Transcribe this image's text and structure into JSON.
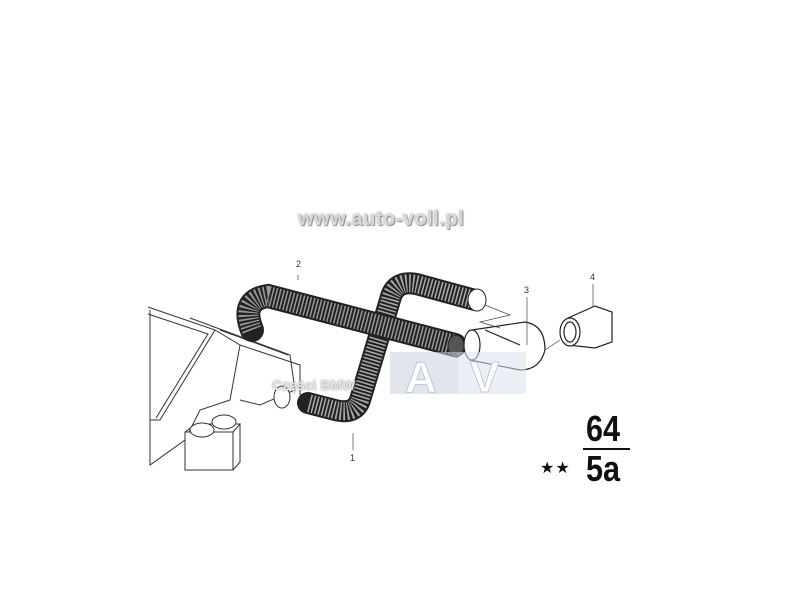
{
  "watermark": {
    "url": "www.auto-voll.pl",
    "brand_text": "Części BMW",
    "logo_letters": "AV"
  },
  "callouts": [
    {
      "id": "part-1",
      "label": "1"
    },
    {
      "id": "part-2",
      "label": "2"
    },
    {
      "id": "part-3",
      "label": "3"
    },
    {
      "id": "part-4",
      "label": "4"
    }
  ],
  "page_code": {
    "group": "64",
    "sheet": "5a",
    "stars": "★★"
  },
  "colors": {
    "line": "#222222",
    "watermark_box": "#dfe3ee"
  }
}
